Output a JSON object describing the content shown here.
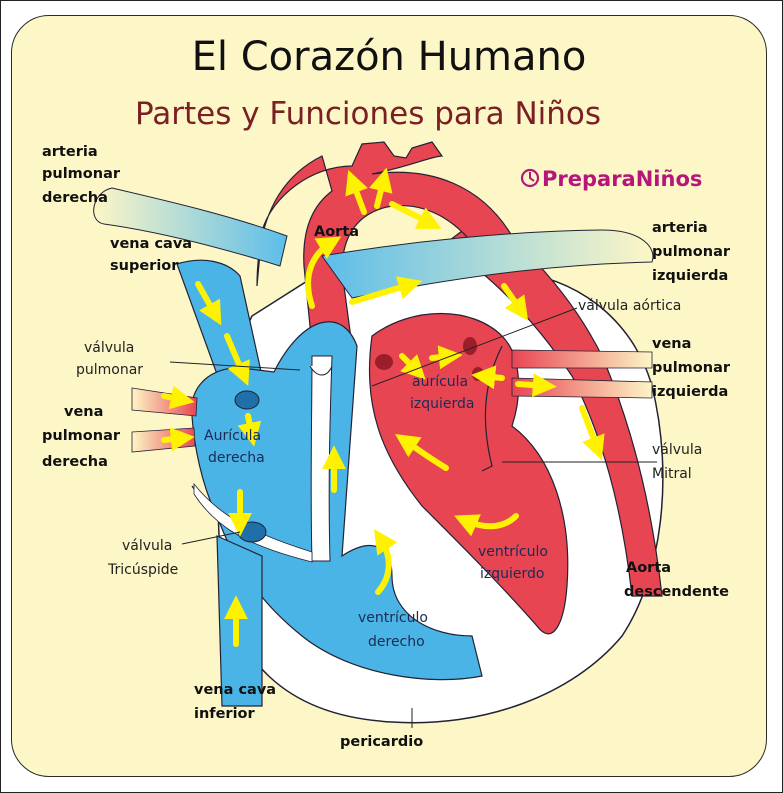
{
  "title": "El Corazón Humano",
  "subtitle": "Partes y Funciones para Niños",
  "brand": "PreparaNiños",
  "labels": {
    "arteria_pulmonar_derecha": [
      "arteria",
      "pulmonar",
      "derecha"
    ],
    "vena_cava_superior": [
      "vena cava",
      "superior"
    ],
    "aorta": "Aorta",
    "arteria_pulmonar_izquierda": [
      "arteria",
      "pulmonar",
      "izquierda"
    ],
    "valvula_aortica": "válvula aórtica",
    "valvula_pulmonar": [
      "válvula",
      "pulmonar"
    ],
    "vena_pulmonar_izquierda": [
      "vena",
      "pulmonar",
      "izquierda"
    ],
    "auricula_izquierda": [
      "aurícula",
      "izquierda"
    ],
    "vena_pulmonar_derecha": [
      "vena",
      "pulmonar",
      "derecha"
    ],
    "auricula_derecha": [
      "Aurícula",
      "derecha"
    ],
    "valvula_mitral": [
      "válvula",
      "Mitral"
    ],
    "valvula_tricuspide": [
      "válvula",
      "Tricúspide"
    ],
    "ventriculo_izquierdo": [
      "ventrículo",
      "izquierdo"
    ],
    "aorta_descendente": [
      "Aorta",
      "descendente"
    ],
    "ventriculo_derecho": [
      "ventrículo",
      "derecho"
    ],
    "vena_cava_inferior": [
      "vena cava",
      "inferior"
    ],
    "pericardio": "pericardio"
  },
  "colors": {
    "background": "#fdf6c6",
    "oxygenated": "#e84553",
    "deoxygenated": "#4bb4e6",
    "arrow": "#fff200",
    "heart_wall": "#ffffff"
  }
}
